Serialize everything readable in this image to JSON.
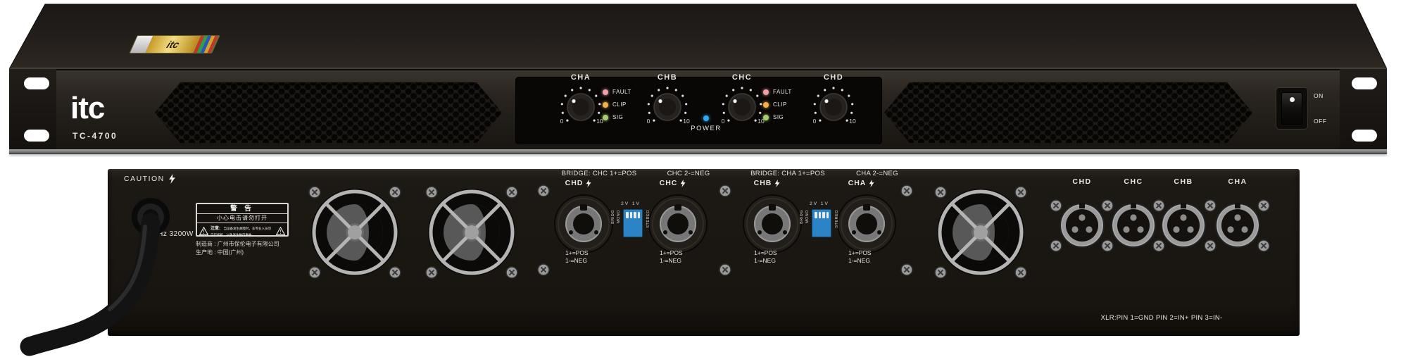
{
  "front": {
    "brand": "itc",
    "model": "TC-4700",
    "sticker_text": "itc",
    "channels": [
      "CHA",
      "CHB",
      "CHC",
      "CHD"
    ],
    "knob_scale": {
      "min": "0",
      "max": "10"
    },
    "led_groups": [
      {
        "leds": [
          {
            "label": "FAULT",
            "color": "#f2a0a6"
          },
          {
            "label": "CLIP",
            "color": "#f2b04a"
          },
          {
            "label": "SIG",
            "color": "#a8cc72"
          }
        ]
      },
      {
        "leds": [
          {
            "label": "FAULT",
            "color": "#f2a0a6"
          },
          {
            "label": "CLIP",
            "color": "#f2b04a"
          },
          {
            "label": "SIG",
            "color": "#a8cc72"
          }
        ]
      }
    ],
    "power": {
      "label": "POWER",
      "led_color": "#37a6f0"
    },
    "switch": {
      "on": "ON",
      "off": "OFF"
    }
  },
  "rear": {
    "caution": "CAUTION",
    "power_rating": "50Hz 3200W",
    "warning_label": {
      "title": "警 告",
      "line1": "小心电击请勿打开",
      "note_label": "注意:",
      "note_text": "当设备发生故障时，非专业人员勿自行拆机，以免发生触电事故。"
    },
    "manufacturer": "制造商 : 广州市保伦电子有限公司",
    "origin": "生产地 : 中国(广州)",
    "speakon_groups": [
      {
        "bridge_line": "BRIDGE: CHC 1+=POS",
        "bridge_line2": "CHC 2-=NEG",
        "connectors": [
          {
            "label": "CHD",
            "pos": "1+=POS",
            "neg": "1-=NEG"
          },
          {
            "label": "CHC",
            "pos": "1+=POS",
            "neg": "1-=NEG"
          }
        ],
        "dip": {
          "v2": "2V",
          "v1": "1V",
          "bridg": "BRIDG",
          "mono": "MONO",
          "stereo": "STEREO"
        }
      },
      {
        "bridge_line": "BRIDGE: CHA 1+=POS",
        "bridge_line2": "CHA 2-=NEG",
        "connectors": [
          {
            "label": "CHB",
            "pos": "1+=POS",
            "neg": "1-=NEG"
          },
          {
            "label": "CHA",
            "pos": "1+=POS",
            "neg": "1-=NEG"
          }
        ],
        "dip": {
          "v2": "2V",
          "v1": "1V",
          "bridg": "BRIDG",
          "mono": "MONO",
          "stereo": "STEREO"
        }
      }
    ],
    "xlr": {
      "labels": [
        "CHD",
        "CHC",
        "CHB",
        "CHA"
      ],
      "pinout": "XLR:PIN 1=GND PIN 2=IN+ PIN 3=IN-"
    }
  }
}
